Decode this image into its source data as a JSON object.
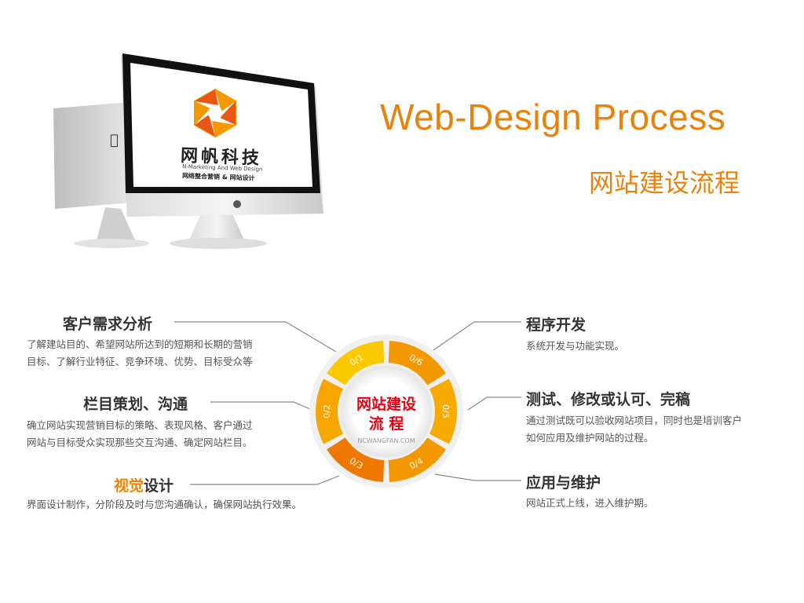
{
  "title": {
    "en": "Web-Design Process",
    "zh": "网站建设流程"
  },
  "logo": {
    "brand": "网帆科技",
    "tagline_en": "N-Marketing And Web Design",
    "tagline_zh": "网络整合营销 & 网站设计"
  },
  "hub": {
    "line1": "网站建设",
    "line2": "流 程",
    "site": "NCWANGFAN.COM",
    "segments": [
      "0/1",
      "0/6",
      "0/5",
      "0/4",
      "0/3",
      "0/2"
    ]
  },
  "left_steps": [
    {
      "title": "客户需求分析",
      "desc1": "了解建站目的、希望网站所达到的短期和长期的营销",
      "desc2": "目标、了解行业特征、竞争环境、优势、目标受众等"
    },
    {
      "title": "栏目策划、沟通",
      "desc1": "确立网站实现营销目标的策略、表现风格、客户通过",
      "desc2": "网站与目标受众实现那些交互沟通、确定网站栏目。"
    },
    {
      "title_highlight": "视觉",
      "title_rest": "设计",
      "desc1": "界面设计制作，分阶段及时与您沟通确认，确保网站执行效果。"
    }
  ],
  "right_steps": [
    {
      "title": "程序开发",
      "desc1": "系统开发与功能实现。"
    },
    {
      "title": "测试、修改或认可、完稿",
      "desc1": "通过测试既可以验收网站项目，同时也是培训客户",
      "desc2": "如何应用及维护网站的过程。"
    },
    {
      "title": "应用与维护",
      "desc1": "网站正式上线，进入维护期。"
    }
  ],
  "colors": {
    "accent": "#e8820c",
    "hub_orange": "#f39800",
    "hub_yellow": "#fcc800",
    "hub_text": "#e60012"
  }
}
